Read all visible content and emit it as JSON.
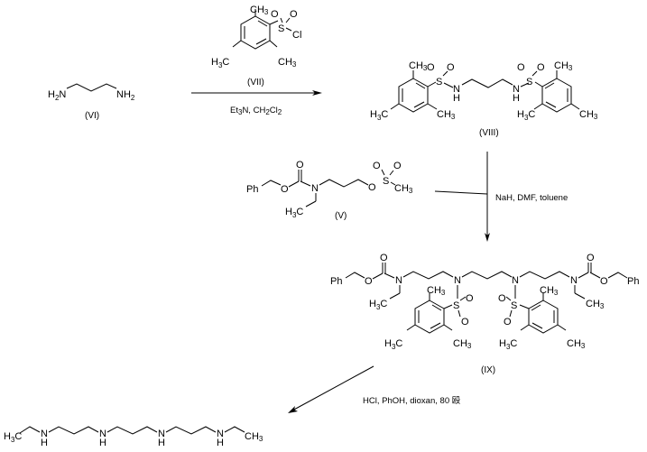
{
  "compounds": {
    "vi": {
      "label": "(VI)",
      "left_amine": "H",
      "left_amine_sub": "2",
      "left_amine_n": "N",
      "right_amine_n": "NH",
      "right_amine_sub": "2"
    },
    "vii": {
      "label": "(VII)",
      "s": "S",
      "o1": "O",
      "o2": "O",
      "cl": "Cl",
      "ch3_top": "CH",
      "ch3_top_sub": "3",
      "ch3_right": "CH",
      "ch3_right_sub": "3",
      "h3c_left": "H",
      "h3c_left_sub": "3",
      "h3c_left_c": "C"
    },
    "viii": {
      "label": "(VIII)",
      "s": "S",
      "o": "O",
      "n": "N",
      "h": "H",
      "ch": "CH",
      "h3": "H",
      "c": "C",
      "sub3": "3"
    },
    "v": {
      "label": "(V)",
      "ph": "Ph",
      "o": "O",
      "n": "N",
      "s": "S",
      "ch": "CH",
      "h": "H",
      "c": "C",
      "sub3": "3"
    },
    "ix": {
      "label": "(IX)",
      "ph": "Ph",
      "o": "O",
      "n": "N",
      "s": "S",
      "ch": "CH",
      "h": "H",
      "c": "C",
      "sub3": "3"
    },
    "product": {
      "n": "N",
      "h": "H",
      "ch": "CH",
      "c": "C",
      "sub3": "3"
    }
  },
  "conditions": {
    "step1_a": "Et",
    "step1_a_sub": "3",
    "step1_b": "N, CH",
    "step1_b_sub": "2",
    "step1_c": "Cl",
    "step1_c_sub": "2",
    "step2": "NaH, DMF, toluene",
    "step3": "HCl, PhOH, dioxan, 80 殴"
  }
}
